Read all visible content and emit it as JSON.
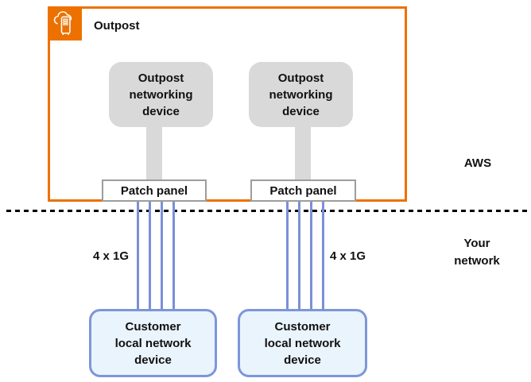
{
  "colors": {
    "outpost_border": "#ED7100",
    "device_fill": "#D9D9D9",
    "patch_panel_border": "#9D9D9D",
    "cable_blue": "#7B8FD9",
    "customer_fill": "#EAF4FC",
    "customer_border": "#7D96DB",
    "boundary_line": "#000000"
  },
  "outpost": {
    "label": "Outpost",
    "icon": "outposts-icon"
  },
  "networking_devices": [
    {
      "lines": [
        "Outpost",
        "networking",
        "device"
      ]
    },
    {
      "lines": [
        "Outpost",
        "networking",
        "device"
      ]
    }
  ],
  "patch_panels": [
    {
      "label": "Patch panel"
    },
    {
      "label": "Patch panel"
    }
  ],
  "cables": {
    "count_per_panel": 4,
    "left_label": "4 x 1G",
    "right_label": "4 x 1G"
  },
  "regions": {
    "aws_label": "AWS",
    "customer_label_lines": [
      "Your",
      "network"
    ]
  },
  "customer_devices": [
    {
      "lines": [
        "Customer",
        "local network",
        "device"
      ]
    },
    {
      "lines": [
        "Customer",
        "local network",
        "device"
      ]
    }
  ]
}
